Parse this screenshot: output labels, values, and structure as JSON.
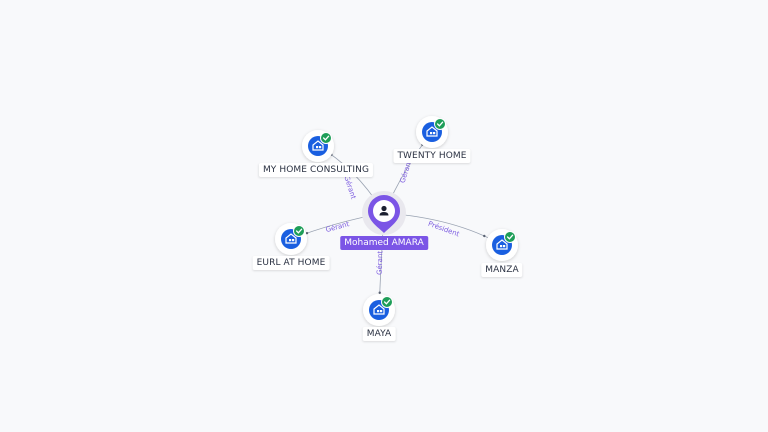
{
  "center": {
    "name": "Mohamed AMARA",
    "icon": "person-icon",
    "color": "#7b55e6"
  },
  "companies": [
    {
      "id": "my-home-consulting",
      "name": "MY HOME CONSULTING",
      "role": "Gérant",
      "icon": "building-icon",
      "verified": true
    },
    {
      "id": "twenty-home",
      "name": "TWENTY HOME",
      "role": "Gérant",
      "icon": "building-icon",
      "verified": true
    },
    {
      "id": "eurl-at-home",
      "name": "EURL AT HOME",
      "role": "Gérant",
      "icon": "building-icon",
      "verified": true
    },
    {
      "id": "manza",
      "name": "MANZA",
      "role": "Président",
      "icon": "building-icon",
      "verified": true
    },
    {
      "id": "maya",
      "name": "MAYA",
      "role": "Gérant",
      "icon": "building-icon",
      "verified": true
    }
  ],
  "colors": {
    "company_icon": "#1a5fe0",
    "verified_badge": "#1e9e58",
    "edge": "#9aa3b2",
    "edge_label": "#7c5ce0"
  }
}
